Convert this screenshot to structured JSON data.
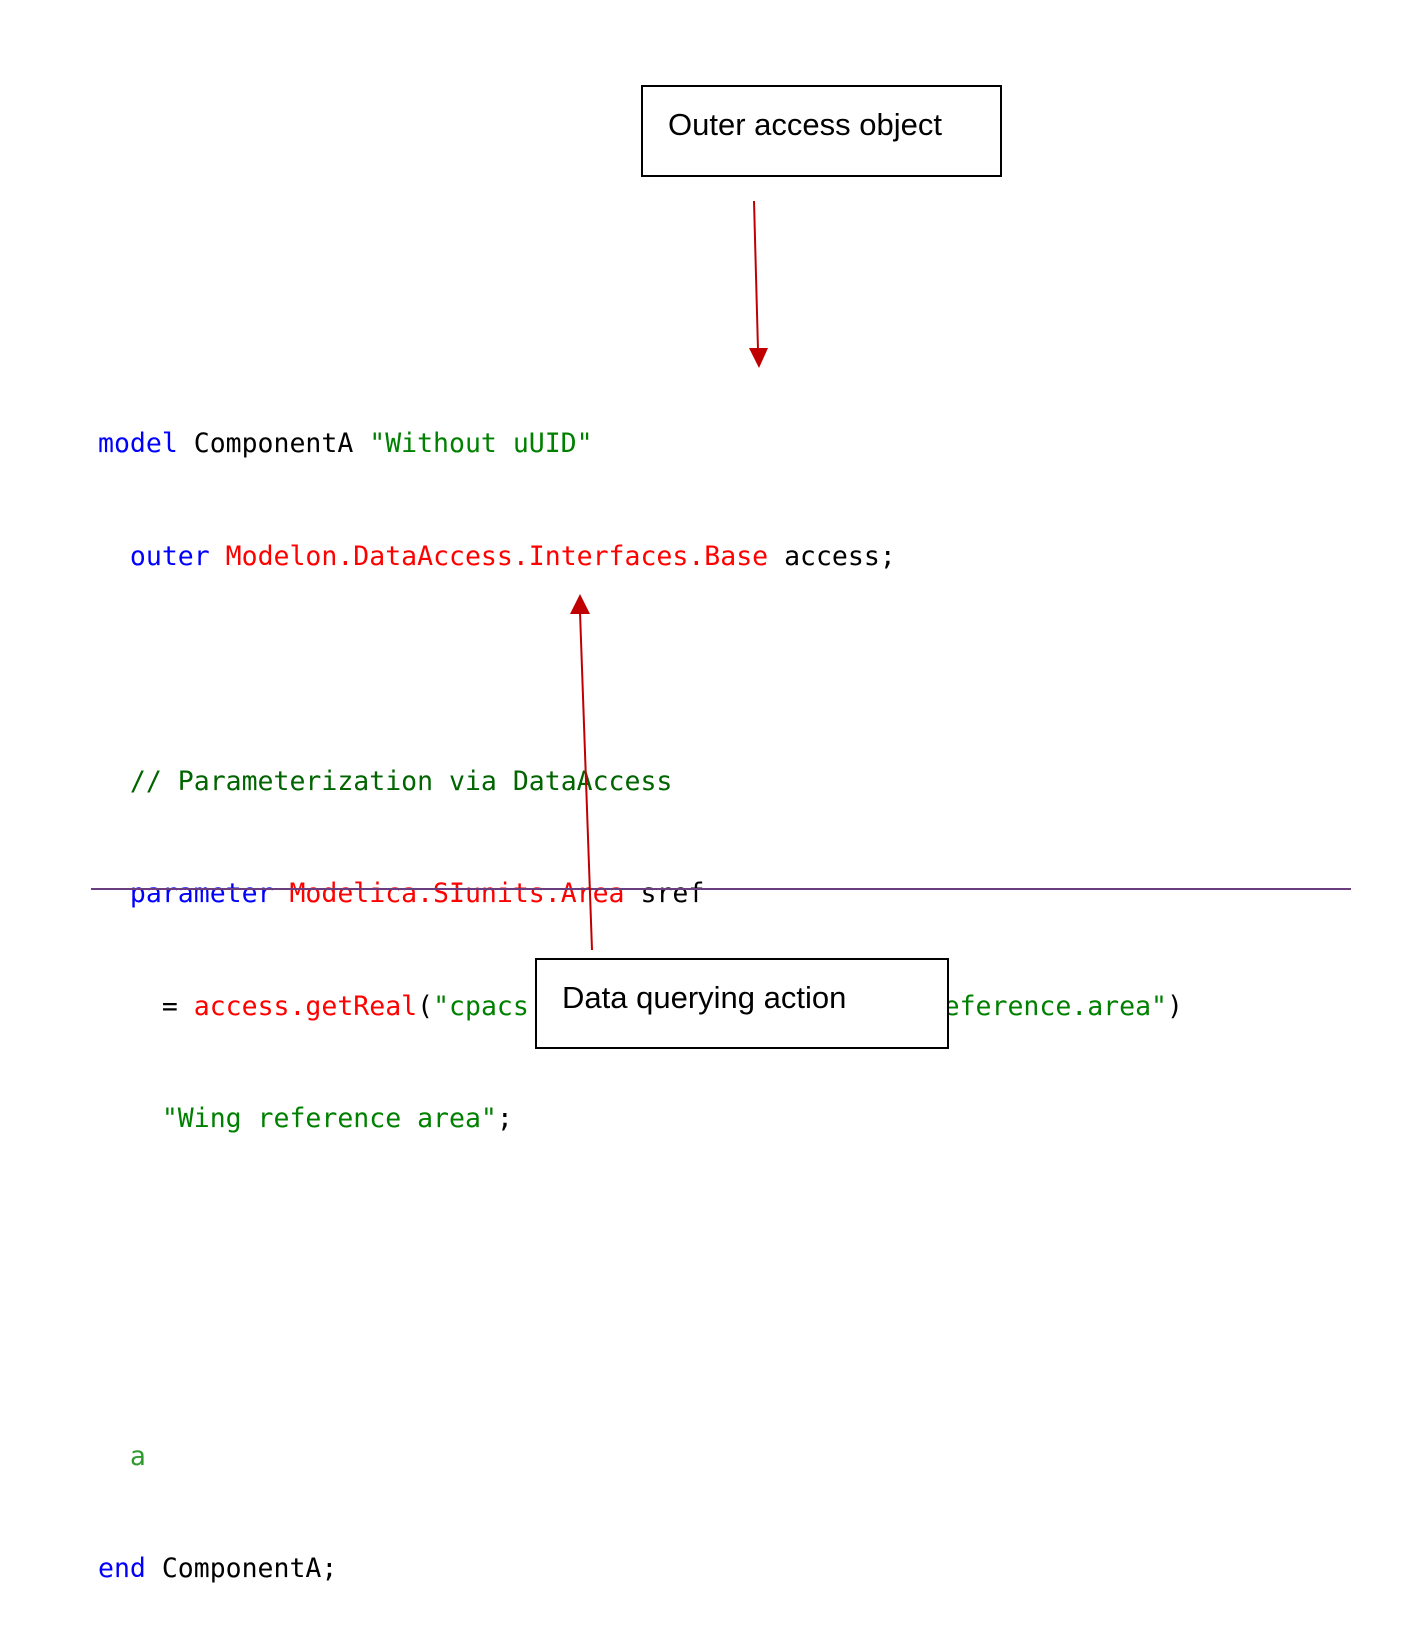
{
  "callouts": {
    "top": "Outer access object",
    "bottom": "Data querying action"
  },
  "code": {
    "line1": {
      "kw": "model",
      "name": " ComponentA ",
      "str": "\"Without uUID\""
    },
    "line2": {
      "indent": "  ",
      "kw": "outer",
      "type": " Modelon.DataAccess.Interfaces.Base",
      "rest": " access;"
    },
    "line3": "",
    "line4": {
      "indent": "  ",
      "comment": "// Parameterization via DataAccess"
    },
    "line5": {
      "indent": "  ",
      "kw": "parameter",
      "type": " Modelica.SIunits.Area",
      "rest": " sref"
    },
    "line6": {
      "indent": "    ",
      "eq": "= ",
      "call": "access.getReal",
      "open": "(",
      "str": "\"cpacs.vehicles.aircraft.model.reference.area\"",
      "close": ")"
    },
    "line7": {
      "indent": "    ",
      "str": "\"Wing reference area\"",
      "rest": ";"
    },
    "line8": "",
    "line9": "",
    "line10": {
      "indent": "  ",
      "glyph": "a"
    },
    "line11": {
      "kw": "end",
      "rest": " ComponentA;"
    }
  },
  "colors": {
    "keyword": "#0000ff",
    "type": "#ff0000",
    "string": "#008000",
    "arrow": "#c00000",
    "divider": "#6a3d7e"
  }
}
